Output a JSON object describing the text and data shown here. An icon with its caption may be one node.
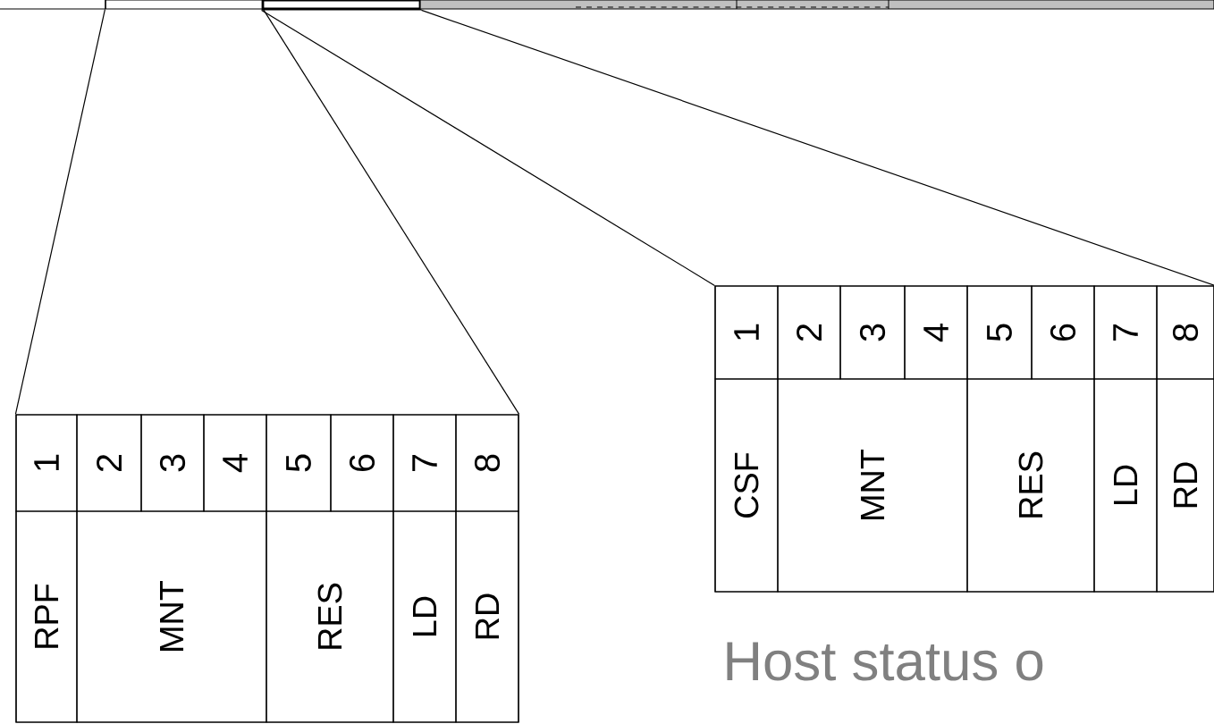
{
  "diagram": {
    "nodes": [
      {
        "text": [],
        "shape": "box"
      },
      {
        "text": [],
        "shape": "box"
      },
      {
        "text": [],
        "shape": "box"
      },
      {
        "text": [],
        "shape": "box"
      },
      {
        "text": [
          "1"
        ],
        "in": 3
      },
      {
        "text": [
          "2"
        ],
        "in": 3
      },
      {
        "text": [
          "3"
        ],
        "in": 3
      },
      {
        "text": [
          "4"
        ],
        "in": 3
      },
      {
        "text": [
          "5"
        ],
        "in": 3
      },
      {
        "text": [
          "6"
        ],
        "in": 3
      },
      {
        "text": [
          "7"
        ],
        "in": 3
      },
      {
        "text": [
          "8"
        ],
        "in": 3
      },
      {
        "text": [
          "RPF"
        ],
        "in": 3
      },
      {
        "text": [
          "MNT"
        ],
        "in": 3
      },
      {
        "text": [
          "RES"
        ],
        "in": 3
      },
      {
        "text": [
          "LD"
        ],
        "in": 3
      },
      {
        "text": [
          "RD"
        ],
        "in": 3
      },
      {
        "text": [],
        "shape": "box"
      },
      {
        "text": [
          "1"
        ],
        "in": 17
      },
      {
        "text": [
          "2"
        ],
        "in": 17
      },
      {
        "text": [
          "3"
        ],
        "in": 17
      },
      {
        "text": [
          "4"
        ],
        "in": 17
      },
      {
        "text": [
          "5"
        ],
        "in": 17
      },
      {
        "text": [
          "6"
        ],
        "in": 17
      },
      {
        "text": [
          "7"
        ],
        "in": 17
      },
      {
        "text": [
          "8"
        ],
        "in": 17
      },
      {
        "text": [
          "CSF"
        ],
        "in": 17
      },
      {
        "text": [
          "MNT"
        ],
        "in": 17
      },
      {
        "text": [
          "RES"
        ],
        "in": 17
      },
      {
        "text": [
          "LD"
        ],
        "in": 17
      },
      {
        "text": [
          "RD"
        ],
        "in": 17
      }
    ],
    "edges": [
      {
        "from": 0,
        "to": 3,
        "arrow": "none"
      },
      {
        "from": 0,
        "to": 3,
        "arrow": "none"
      },
      {
        "from": 1,
        "to": 17,
        "arrow": "none"
      },
      {
        "from": 1,
        "to": 17,
        "arrow": "none"
      }
    ],
    "labels": [
      "Host status o"
    ]
  }
}
